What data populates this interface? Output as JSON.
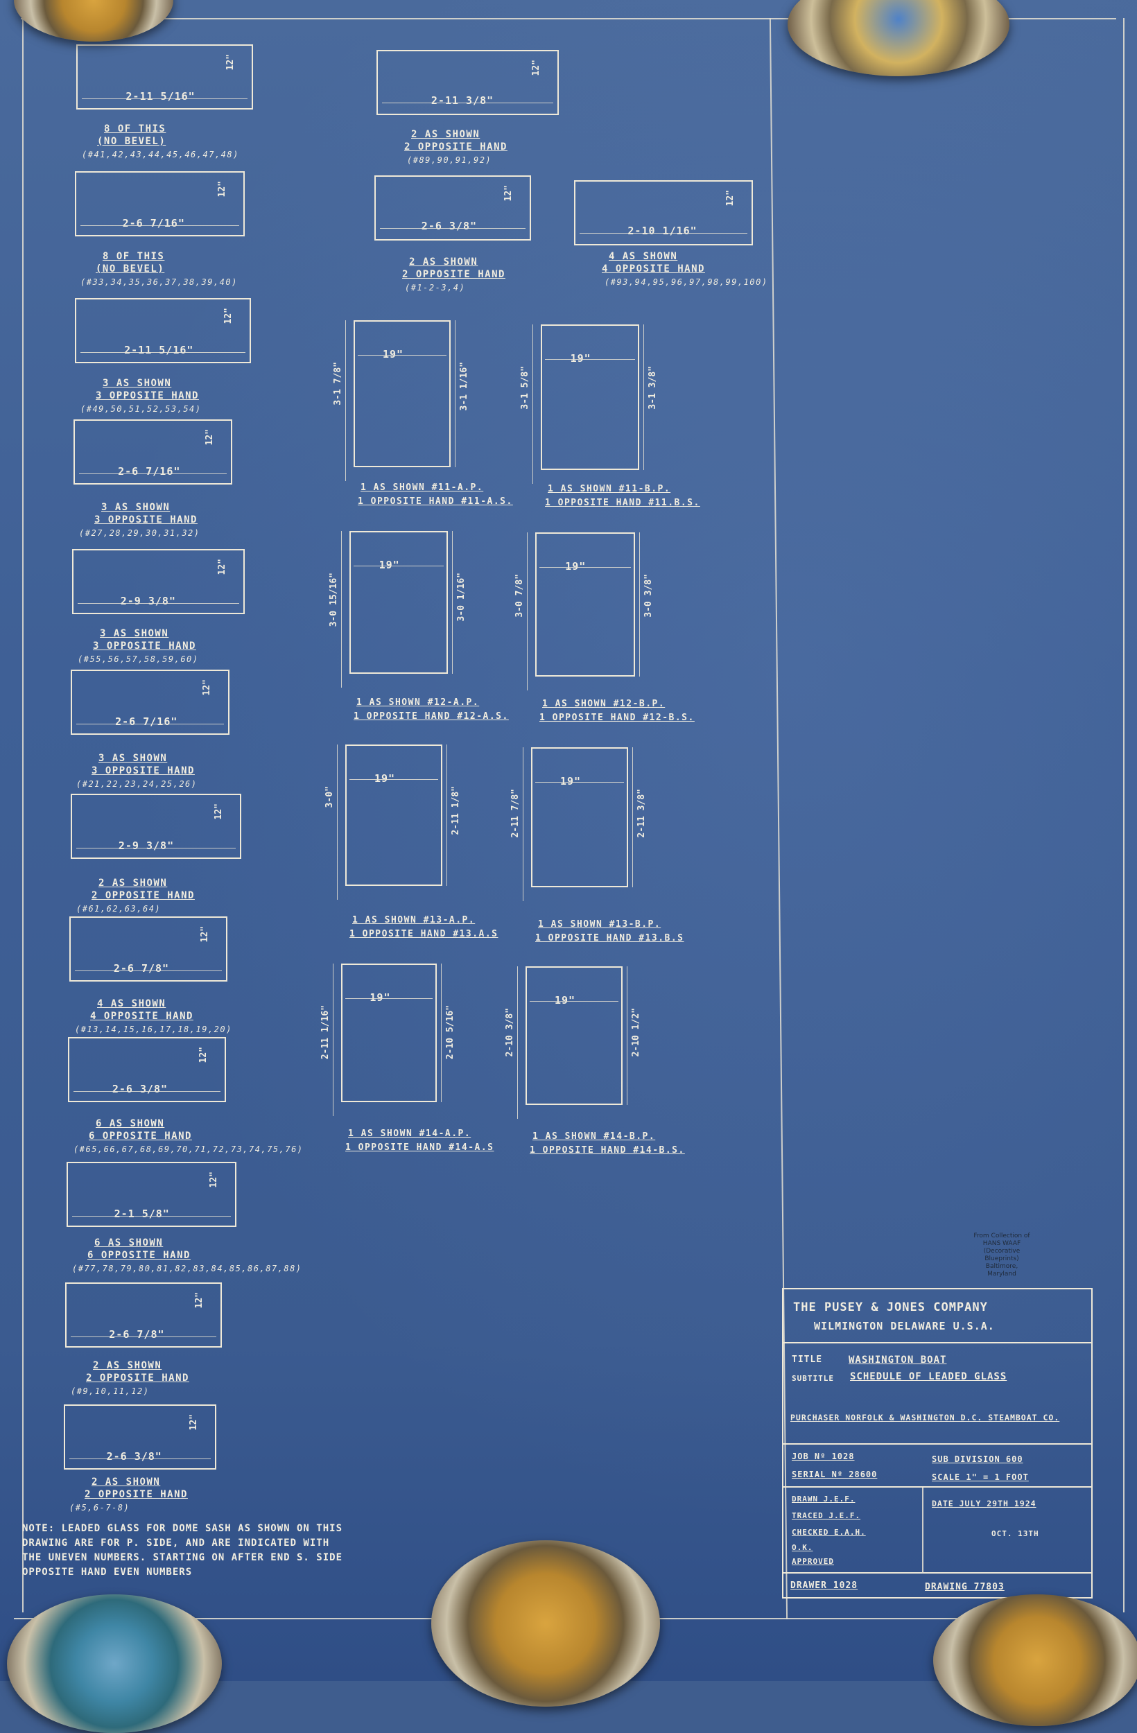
{
  "left_column": [
    {
      "width": "2-11 5/16\"",
      "height": "12\"",
      "cap1": "8 OF THIS",
      "cap2": "(NO BEVEL)",
      "nums": "(#41,42,43,44,45,46,47,48)"
    },
    {
      "width": "2-6 7/16\"",
      "height": "12\"",
      "cap1": "8 OF THIS",
      "cap2": "(NO BEVEL)",
      "nums": "(#33,34,35,36,37,38,39,40)"
    },
    {
      "width": "2-11 5/16\"",
      "height": "12\"",
      "cap1": "3 AS SHOWN",
      "cap2": "3 OPPOSITE HAND",
      "nums": "(#49,50,51,52,53,54)"
    },
    {
      "width": "2-6 7/16\"",
      "height": "12\"",
      "cap1": "3 AS SHOWN",
      "cap2": "3 OPPOSITE HAND",
      "nums": "(#27,28,29,30,31,32)"
    },
    {
      "width": "2-9 3/8\"",
      "height": "12\"",
      "cap1": "3 AS SHOWN",
      "cap2": "3 OPPOSITE HAND",
      "nums": "(#55,56,57,58,59,60)"
    },
    {
      "width": "2-6 7/16\"",
      "height": "12\"",
      "cap1": "3 AS SHOWN",
      "cap2": "3 OPPOSITE HAND",
      "nums": "(#21,22,23,24,25,26)"
    },
    {
      "width": "2-9 3/8\"",
      "height": "12\"",
      "cap1": "2 AS SHOWN",
      "cap2": "2 OPPOSITE HAND",
      "nums": "(#61,62,63,64)"
    },
    {
      "width": "2-6 7/8\"",
      "height": "12\"",
      "cap1": "4 AS SHOWN",
      "cap2": "4 OPPOSITE HAND",
      "nums": "(#13,14,15,16,17,18,19,20)"
    },
    {
      "width": "2-6 3/8\"",
      "height": "12\"",
      "cap1": "6 AS SHOWN",
      "cap2": "6 OPPOSITE HAND",
      "nums": "(#65,66,67,68,69,70,71,72,73,74,75,76)"
    },
    {
      "width": "2-1 5/8\"",
      "height": "12\"",
      "cap1": "6 AS SHOWN",
      "cap2": "6 OPPOSITE HAND",
      "nums": "(#77,78,79,80,81,82,83,84,85,86,87,88)"
    },
    {
      "width": "2-6 7/8\"",
      "height": "12\"",
      "cap1": "2 AS SHOWN",
      "cap2": "2 OPPOSITE HAND",
      "nums": "(#9,10,11,12)"
    },
    {
      "width": "2-6 3/8\"",
      "height": "12\"",
      "cap1": "2 AS SHOWN",
      "cap2": "2 OPPOSITE HAND",
      "nums": "(#5,6-7-8)"
    }
  ],
  "top_middle": [
    {
      "width": "2-11 3/8\"",
      "height": "12\"",
      "cap1": "2 AS SHOWN",
      "cap2": "2 OPPOSITE HAND",
      "nums": "(#89,90,91,92)"
    },
    {
      "width": "2-6 3/8\"",
      "height": "12\"",
      "cap1": "2 AS SHOWN",
      "cap2": "2 OPPOSITE HAND",
      "nums": "(#1-2-3,4)"
    },
    {
      "width": "2-10 1/16\"",
      "height": "12\"",
      "cap1": "4 AS SHOWN",
      "cap2": "4 OPPOSITE HAND",
      "nums": "(#93,94,95,96,97,98,99,100)"
    }
  ],
  "tall_panels": [
    {
      "width": "19\"",
      "h_left": "3-1 7/8\"",
      "h_right": "3-1 1/16\"",
      "cap1": "1 AS SHOWN #11-A.P.",
      "cap2": "1 OPPOSITE HAND #11-A.S."
    },
    {
      "width": "19\"",
      "h_left": "3-1 5/8\"",
      "h_right": "3-1 3/8\"",
      "cap1": "1 AS SHOWN #11-B.P.",
      "cap2": "1 OPPOSITE HAND #11.B.S."
    },
    {
      "width": "19\"",
      "h_left": "3-0 15/16\"",
      "h_right": "3-0 1/16\"",
      "cap1": "1 AS SHOWN #12-A.P.",
      "cap2": "1 OPPOSITE HAND #12-A.S."
    },
    {
      "width": "19\"",
      "h_left": "3-0 7/8\"",
      "h_right": "3-0 3/8\"",
      "cap1": "1 AS SHOWN #12-B.P.",
      "cap2": "1 OPPOSITE HAND #12-B.S."
    },
    {
      "width": "19\"",
      "h_left": "3-0\"",
      "h_right": "2-11 1/8\"",
      "cap1": "1 AS SHOWN #13-A.P.",
      "cap2": "1 OPPOSITE HAND #13.A.S"
    },
    {
      "width": "19\"",
      "h_left": "2-11 7/8\"",
      "h_right": "2-11 3/8\"",
      "cap1": "1 AS SHOWN #13-B.P.",
      "cap2": "1 OPPOSITE HAND #13.B.S"
    },
    {
      "width": "19\"",
      "h_left": "2-11 1/16\"",
      "h_right": "2-10 5/16\"",
      "cap1": "1 AS SHOWN #14-A.P.",
      "cap2": "1 OPPOSITE HAND #14-A.S"
    },
    {
      "width": "19\"",
      "h_left": "2-10 3/8\"",
      "h_right": "2-10 1/2\"",
      "cap1": "1 AS SHOWN #14-B.P.",
      "cap2": "1 OPPOSITE HAND #14-B.S."
    }
  ],
  "note": "NOTE: LEADED GLASS FOR DOME SASH AS SHOWN ON THIS DRAWING ARE FOR P. SIDE, AND ARE INDICATED WITH THE UNEVEN NUMBERS. STARTING ON AFTER END S. SIDE OPPOSITE HAND EVEN NUMBERS",
  "stamp": "From Collection of HANS WAAF (Decorative Blueprints) Baltimore, Maryland",
  "title_block": {
    "company": "THE PUSEY & JONES COMPANY",
    "location": "WILMINGTON  DELAWARE  U.S.A.",
    "title_label": "TITLE",
    "title": "WASHINGTON BOAT",
    "subtitle_label": "SUBTITLE",
    "subtitle": "SCHEDULE OF LEADED GLASS",
    "purchaser": "PURCHASER NORFOLK & WASHINGTON D.C. STEAMBOAT CO.",
    "job": "JOB Nº 1028",
    "subdivision": "SUB DIVISION 600",
    "serial": "SERIAL Nº 28600",
    "scale": "SCALE 1\" = 1 FOOT",
    "drawn": "DRAWN  J.E.F.",
    "traced": "TRACED  J.E.F.",
    "checked": "CHECKED  E.A.H.",
    "ok": "O.K.",
    "approved": "APPROVED",
    "date": "DATE  JULY 29TH 1924",
    "date2": "OCT. 13TH",
    "drawer": "DRAWER 1028",
    "drawing": "DRAWING 77803"
  }
}
